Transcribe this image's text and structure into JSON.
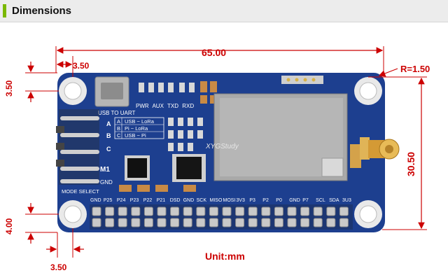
{
  "header": {
    "title": "Dimensions"
  },
  "dimensions": {
    "width": "65.00",
    "height": "30.50",
    "radius": "R=1.50",
    "hole_x_top": "3.50",
    "hole_y_top": "3.50",
    "hole_x_bottom": "3.50",
    "hole_y_bottom": "4.00",
    "unit": "Unit:mm"
  },
  "board": {
    "usb_label": "USB TO UART",
    "led_labels": [
      "PWR",
      "AUX",
      "TXD",
      "RXD"
    ],
    "jumper_labels": [
      "A",
      "B",
      "C"
    ],
    "mode_table": [
      {
        "key": "A",
        "value": "USB ~ LoRa"
      },
      {
        "key": "B",
        "value": "Pi ~ LoRa"
      },
      {
        "key": "C",
        "value": "USB ~ Pi"
      }
    ],
    "m_labels": [
      "M1",
      "GND"
    ],
    "mode_select": "MODE SELECT",
    "watermark": "XYGStudy",
    "pins": [
      "GND",
      "P25",
      "P24",
      "P23",
      "P22",
      "P21",
      "DSD",
      "GND",
      "SCK",
      "MISO",
      "MOSI",
      "3V3",
      "P3",
      "P2",
      "P0",
      "GND",
      "P7",
      "SCL",
      "SDA",
      "3U3"
    ]
  }
}
